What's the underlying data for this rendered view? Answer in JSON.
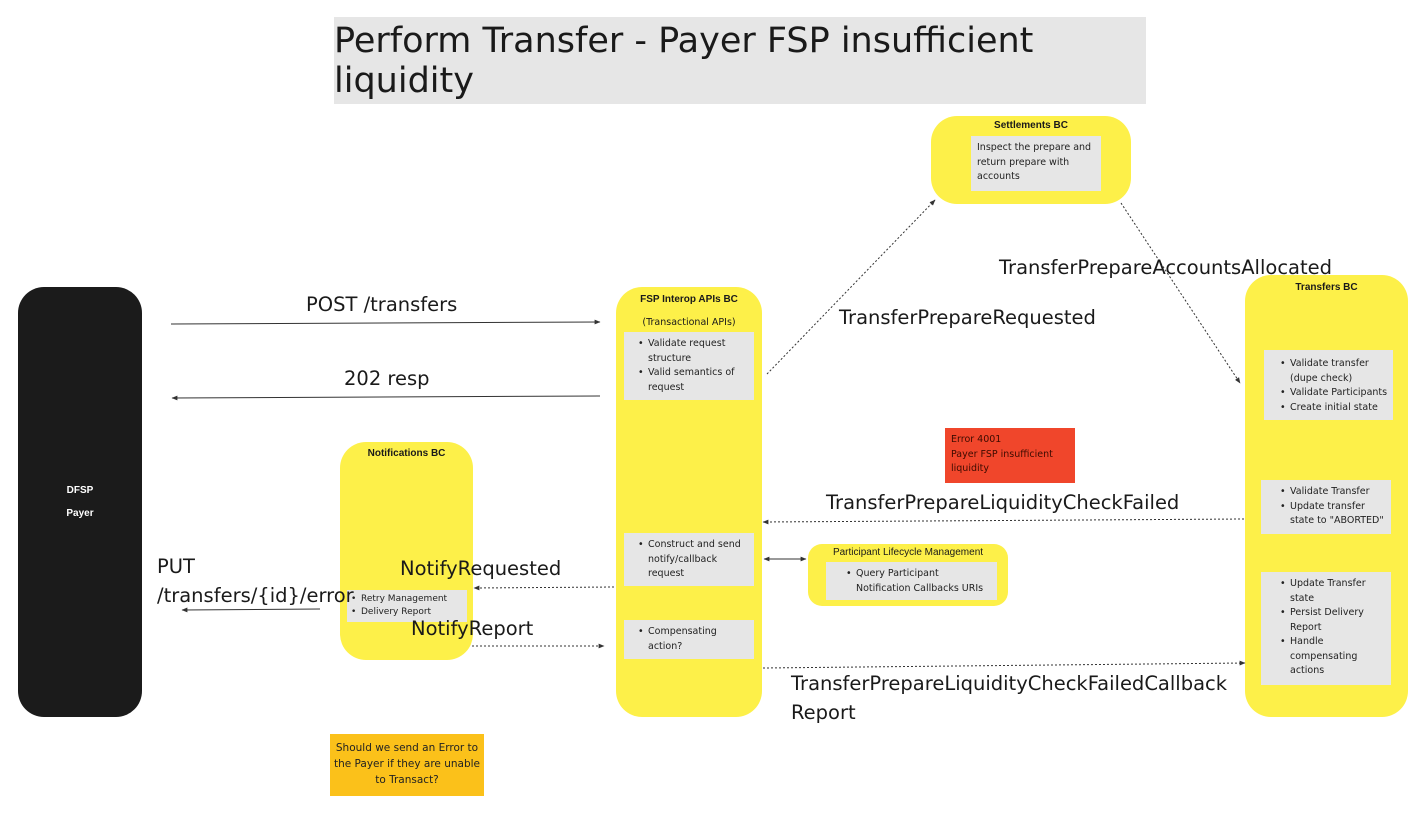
{
  "title": "Perform Transfer - Payer FSP insufficient liquidity",
  "dfsp": {
    "line1": "DFSP",
    "line2": "Payer"
  },
  "interop": {
    "title": "FSP Interop APIs BC",
    "subtitle": "(Transactional APIs)",
    "card1": [
      "Validate request structure",
      "Valid semantics of request"
    ],
    "card2": [
      "Construct and send notify/callback request"
    ],
    "card3": [
      "Compensating action?"
    ]
  },
  "settlements": {
    "title": "Settlements BC",
    "card": "Inspect the prepare and return prepare with accounts"
  },
  "transfers": {
    "title": "Transfers BC",
    "card1": [
      "Validate transfer (dupe check)",
      "Validate Participants",
      "Create initial state"
    ],
    "card2": [
      "Validate Transfer",
      "Update transfer state to \"ABORTED\""
    ],
    "card3": [
      "Update Transfer state",
      "Persist Delivery Report",
      "Handle compensating actions"
    ]
  },
  "notifications": {
    "title": "Notifications BC",
    "card": [
      "Retry Management",
      "Delivery Report"
    ]
  },
  "participant": {
    "title": "Participant Lifecycle Management",
    "card": [
      "Query Participant Notification Callbacks URIs"
    ]
  },
  "error": {
    "line1": "Error 4001",
    "line2": "Payer FSP insufficient liquidity"
  },
  "question": "Should we send an Error to the Payer if they are unable to Transact?",
  "labels": {
    "post": "POST /transfers",
    "resp": "202 resp",
    "put_line1": "PUT",
    "put_line2": "/transfers/{id}/error",
    "notify_requested": "NotifyRequested",
    "notify_report": "NotifyReport",
    "prepare_requested": "TransferPrepareRequested",
    "accounts_allocated": "TransferPrepareAccountsAllocated",
    "liquidity_failed": "TransferPrepareLiquidityCheckFailed",
    "callback_line1": "TransferPrepareLiquidityCheckFailedCallback",
    "callback_line2": "Report"
  },
  "colors": {
    "lane": "#fdf049",
    "card": "#e6e6e6",
    "dfsp": "#1b1b1b",
    "error": "#f0462b",
    "question": "#fbc11a"
  }
}
